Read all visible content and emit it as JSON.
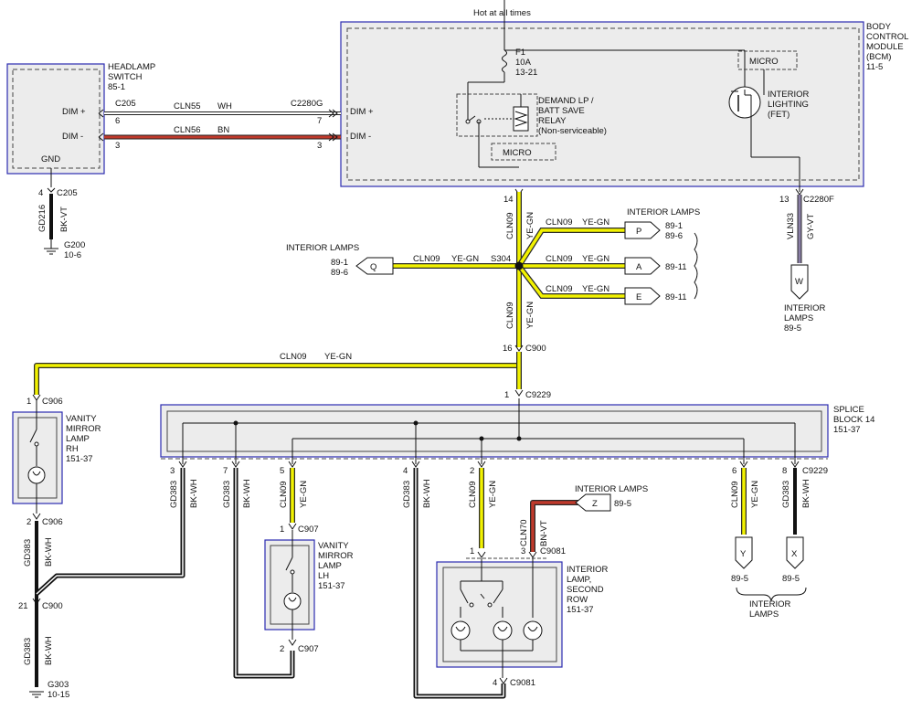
{
  "top": {
    "hot_label": "Hot at all times"
  },
  "bcm": {
    "name_lines": [
      "BODY",
      "CONTROL",
      "MODULE",
      "(BCM)",
      "11-5"
    ],
    "fuse": {
      "name": "F1",
      "rating": "10A",
      "ref": "13-21"
    },
    "relay_lines": [
      "DEMAND LP /",
      "BATT SAVE",
      "RELAY",
      "(Non-serviceable)"
    ],
    "micro_label": "MICRO",
    "fet_lines": [
      "INTERIOR",
      "LIGHTING",
      "(FET)"
    ],
    "dim_plus": "DIM +",
    "dim_minus": "DIM -",
    "pin_dim_plus": "7",
    "pin_dim_minus": "3",
    "connector": "C2280G",
    "out_pin_left": "14",
    "out_pin_right": "13",
    "out_connector_right": "C2280F"
  },
  "headlamp_switch": {
    "name_lines": [
      "HEADLAMP",
      "SWITCH",
      "85-1"
    ],
    "dim_plus": "DIM +",
    "dim_minus": "DIM -",
    "gnd": "GND",
    "connector": "C205",
    "pin_dim_plus": "6",
    "pin_dim_minus": "3",
    "gnd_pin": "4",
    "gnd_connector": "C205"
  },
  "wires": {
    "cln55": {
      "circuit": "CLN55",
      "color": "WH"
    },
    "cln56": {
      "circuit": "CLN56",
      "color": "BN"
    },
    "cln09": {
      "circuit": "CLN09",
      "color": "YE-GN"
    },
    "gd216": {
      "circuit": "GD216",
      "color": "BK-VT"
    },
    "vln33": {
      "circuit": "VLN33",
      "color": "GY-VT"
    },
    "gd383": {
      "circuit": "GD383",
      "color": "BK-WH"
    },
    "cln70": {
      "circuit": "CLN70",
      "color": "BN-VT"
    }
  },
  "grounds": {
    "g200": {
      "name": "G200",
      "ref": "10-6"
    },
    "g303": {
      "name": "G303",
      "ref": "10-15"
    }
  },
  "splice_s304": {
    "name": "S304",
    "left_label": "INTERIOR LAMPS",
    "left_connector": "Q",
    "left_refs": [
      "89-1",
      "89-6"
    ],
    "right_label": "INTERIOR LAMPS",
    "right": [
      {
        "connector": "P",
        "refs": [
          "89-1",
          "89-6"
        ]
      },
      {
        "connector": "A",
        "refs": [
          "89-11"
        ]
      },
      {
        "connector": "E",
        "refs": [
          "89-11"
        ]
      }
    ]
  },
  "interior_w": {
    "connector": "W",
    "lines": [
      "INTERIOR",
      "LAMPS",
      "89-5"
    ]
  },
  "c900": {
    "pin_top": "16",
    "name": "C900",
    "pin_bottom": "21",
    "name_bottom": "C900"
  },
  "splice_block": {
    "name_lines": [
      "SPLICE",
      "BLOCK 14",
      "151-37"
    ],
    "pin_in": "1",
    "connector": "C9229",
    "out_pins": [
      "3",
      "7",
      "5",
      "4",
      "2",
      "6",
      "8"
    ],
    "out_connector": "C9229"
  },
  "vanity_rh": {
    "name_lines": [
      "VANITY",
      "MIRROR",
      "LAMP",
      "RH",
      "151-37"
    ],
    "pin_top": "1",
    "conn_top": "C906",
    "pin_bottom": "2",
    "conn_bottom": "C906"
  },
  "vanity_lh": {
    "name_lines": [
      "VANITY",
      "MIRROR",
      "LAMP",
      "LH",
      "151-37"
    ],
    "pin_top": "1",
    "conn_top": "C907",
    "pin_bottom": "2",
    "conn_bottom": "C907"
  },
  "second_row": {
    "name_lines": [
      "INTERIOR",
      "LAMP,",
      "SECOND",
      "ROW",
      "151-37"
    ],
    "pin_left": "1",
    "pin_right": "3",
    "connector": "C9081",
    "pin_bottom": "4",
    "conn_bottom": "C9081"
  },
  "lamp_z": {
    "label": "INTERIOR LAMPS",
    "connector": "Z",
    "ref": "89-5"
  },
  "lamp_y": {
    "connector": "Y",
    "ref": "89-5"
  },
  "lamp_x": {
    "connector": "X",
    "ref": "89-5"
  },
  "lamps_yx_label": [
    "INTERIOR",
    "LAMPS"
  ]
}
